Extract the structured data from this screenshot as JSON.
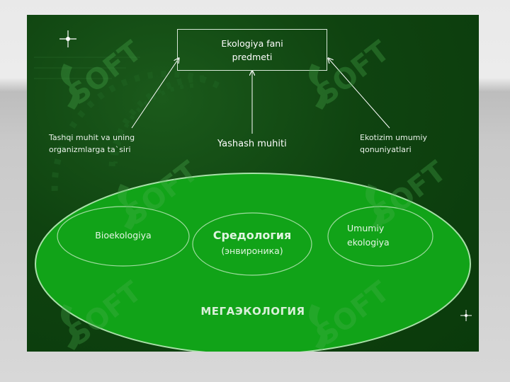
{
  "diagram": {
    "title": "Ekologiya fani\npredmeti",
    "left_label": "Tashqi muhit va uning\norganizmlarga ta`siri",
    "center_label": "Yashash muhiti",
    "right_label": "Ekotizim umumiy\nqonuniyatlari",
    "ellipse_left": "Bioekologiya",
    "ellipse_center_main": "Средология",
    "ellipse_center_sub": "(энвироника)",
    "ellipse_right": "Umumiy\nekologiya",
    "big_ellipse_label": "МЕГАЭКОЛОГИЯ"
  },
  "watermark": {
    "text": "SOFT",
    "color": "#4caf50"
  },
  "colors": {
    "slide_bg": "#0f4310",
    "big_ellipse_fill": "#11a318",
    "big_ellipse_border": "#a8e0a8",
    "text_light": "#e8f0e8"
  }
}
